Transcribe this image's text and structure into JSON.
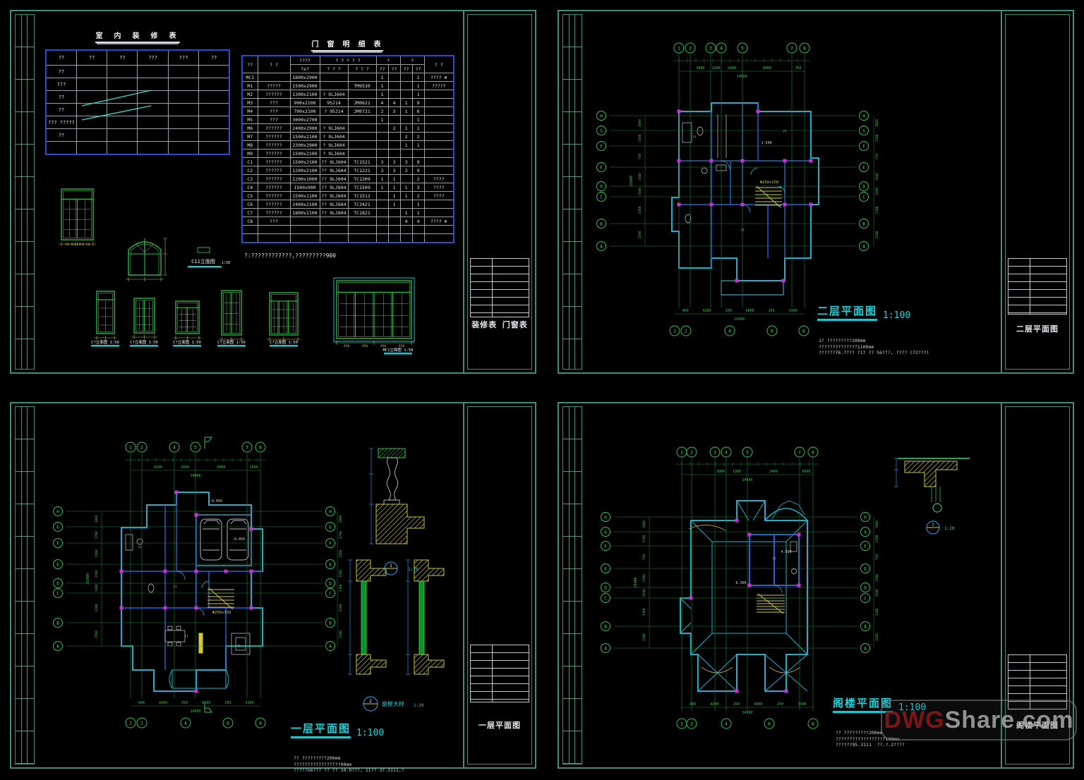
{
  "watermark": {
    "part1": "DWG",
    "part2": "Share.com"
  },
  "tl": {
    "titleblock": "装修表 门窗表",
    "table1": {
      "title": "室 内 装 修 表",
      "headers": [
        "??",
        "??",
        "??",
        "???",
        "???",
        "??"
      ],
      "row_labels": [
        "??",
        "???",
        "??",
        "??",
        "??? ?????",
        "??",
        ""
      ]
    },
    "table2": {
      "title": "门 窗 明 细 表",
      "head1": [
        "??",
        "?  ?",
        "????",
        "? ? ? ? ?",
        "?",
        "?",
        "?  ?"
      ],
      "head2": [
        "?x?",
        "? ? ?",
        "? ? ?",
        "??",
        "??",
        "??",
        "??"
      ],
      "rows": [
        [
          "MC1",
          "",
          "1800x2900",
          "",
          "",
          "1",
          "",
          "",
          "1",
          "???? ⊕"
        ],
        [
          "M1",
          "?????",
          "1500x2900",
          "",
          "TM9530",
          "1",
          "",
          "",
          "1",
          "?????"
        ],
        [
          "M2",
          "??????",
          "1300x2100",
          "? 9LJ604",
          "",
          "1",
          "",
          "",
          "1",
          ""
        ],
        [
          "M3",
          "???",
          "900x2100",
          "95J14",
          "JM0621",
          "4",
          "4",
          "1",
          "9",
          ""
        ],
        [
          "M4",
          "???",
          "700x2100",
          "? 95J14",
          "JM0721",
          "2",
          "3",
          "1",
          "6",
          ""
        ],
        [
          "M5",
          "???",
          "3000x2700",
          "",
          "",
          "1",
          "",
          "",
          "1",
          ""
        ],
        [
          "M6",
          "??????",
          "2400x2900",
          "? 9LJ604",
          "",
          "",
          "2",
          "1",
          "1",
          ""
        ],
        [
          "M7",
          "??????",
          "1500x2100",
          "? 9LJ604",
          "",
          "",
          "",
          "2",
          "2",
          ""
        ],
        [
          "M8",
          "??????",
          "2300x2900",
          "? 9LJ604",
          "",
          "",
          "",
          "1",
          "1",
          ""
        ],
        [
          "M9",
          "??????",
          "1500x2100",
          "? 9LJ604",
          "",
          "",
          "",
          "",
          "",
          ""
        ],
        [
          "C1",
          "??????",
          "1500x2100",
          "?? 9LJ604",
          "TC1521",
          "3",
          "3",
          "3",
          "9",
          ""
        ],
        [
          "C2",
          "??????",
          "1200x2100",
          "?? 9LJ604",
          "TC1221",
          "3",
          "3",
          "3",
          "9",
          ""
        ],
        [
          "C3",
          "??????",
          "1200x1000",
          "?? 9LJ604",
          "TC1209",
          "1",
          "1",
          "",
          "2",
          "????"
        ],
        [
          "C4",
          "??????",
          "1500x900",
          "?? 9LJ604",
          "TC1509",
          "1",
          "1",
          "1",
          "3",
          "????"
        ],
        [
          "C5",
          "??????",
          "1500x1100",
          "?? 9LJ604",
          "TC1512",
          "",
          "1",
          "1",
          "2",
          "????"
        ],
        [
          "C6",
          "??????",
          "2400x2100",
          "?? 9LJ604",
          "TC2421",
          "",
          "1",
          "",
          "1",
          ""
        ],
        [
          "C7",
          "??????",
          "1800x2100",
          "?? 9LJ604",
          "TC1821",
          "",
          "",
          "1",
          "1",
          ""
        ],
        [
          "C8",
          "???",
          "",
          "",
          "",
          "",
          "",
          "4",
          "4",
          "???? ⊕"
        ]
      ],
      "note": "?:????????????,?????????900"
    },
    "labels": {
      "c11": "C11立面图",
      "c11_scale": "1:50",
      "scale": "1:50",
      "elev_labels": [
        "C?立面图",
        "C?立面图",
        "C?立面图",
        "C?立面图",
        "C?立面图",
        "MC1立面图"
      ],
      "w1_dims": "50 850 850 50",
      "mc1_dims": [
        "450",
        "450",
        "450",
        "450"
      ]
    }
  },
  "tr": {
    "title": "二层平面图",
    "scale": "1:100",
    "titleblock": "二层平面图",
    "notes": [
      "1? ?????????200mm",
      "??????????????1100mm",
      "??????76.7??? ?1? ?? 56???, ???? (72???)"
    ],
    "grid_top": [
      "1",
      "2",
      "3",
      "4",
      "5",
      "7",
      "8"
    ],
    "grid_bottom": [
      "1",
      "2",
      "4",
      "6",
      "8"
    ],
    "grid_left": [
      "H",
      "G",
      "F",
      "E",
      "D",
      "C",
      "B",
      "A"
    ],
    "grid_right": [
      "H",
      "G",
      "F",
      "E",
      "D",
      "C",
      "B",
      "A"
    ],
    "dims_top": [
      "",
      "3000",
      "1200",
      "2400",
      "6000",
      "750"
    ],
    "dims_bottom": [
      "400",
      "4200",
      "250",
      "6000",
      "250",
      "3300"
    ],
    "dims_left": [
      "1800",
      "1700",
      "750",
      "2500",
      "1500",
      "1300",
      "2200"
    ],
    "total_top": "14500",
    "total_bottom": "14900",
    "total_left": "15400",
    "stair_note": "Φ250x150",
    "levels": [
      "1.540"
    ],
    "rooms": [
      "??",
      "??",
      "??"
    ]
  },
  "bl": {
    "title": "一层平面图",
    "scale": "1:100",
    "titleblock": "一层平面图",
    "notes": [
      "?? ?????????200mm",
      "?????????????????00mm",
      "?????56??? ?? ?? 34.9???, 11?? 37.3111,?"
    ],
    "grid_top": [
      "1",
      "2",
      "4",
      "5",
      "7",
      "8"
    ],
    "grid_bottom": [
      "1",
      "2",
      "4",
      "6",
      "8"
    ],
    "grid_left": [
      "H",
      "G",
      "F",
      "E",
      "D",
      "C",
      "B",
      "A"
    ],
    "grid_right": [
      "H",
      "G",
      "F",
      "E",
      "D",
      "C",
      "B",
      "A"
    ],
    "dims_top": [
      "",
      "4200",
      "2400",
      "6000",
      "1500"
    ],
    "dims_bottom": [
      "400",
      "4200",
      "250",
      "6000",
      "250",
      "3300"
    ],
    "dims_left": [
      "1800",
      "1700",
      "2500",
      "1500",
      "1300",
      "2200",
      "2500"
    ],
    "total_top": "14900",
    "total_bottom": "14900",
    "total_left": "15400",
    "stair_note": "Φ250x150",
    "levels": [
      "-0.050",
      "-0.450"
    ],
    "rooms": [
      "??",
      "??",
      "??",
      "??"
    ],
    "section_flag": "1",
    "details": {
      "d1_num": "1",
      "d1_scale": "1:20",
      "d2_num": "2",
      "d2_label": "窗框大样",
      "d2_scale": "1:20"
    }
  },
  "br": {
    "title": "阁楼平面图",
    "scale": "1:100",
    "titleblock": "阁楼平面图",
    "notes": [
      "?? ?????????200mm",
      "??????????????????100mm",
      "??????95.3111  ??.?.2????"
    ],
    "grid_top": [
      "1",
      "2",
      "3",
      "4",
      "5",
      "7",
      "8"
    ],
    "grid_bottom": [
      "1",
      "2",
      "4",
      "6",
      "8"
    ],
    "grid_left": [
      "H",
      "G",
      "F",
      "E",
      "D",
      "C",
      "B",
      "A"
    ],
    "grid_right": [
      "H",
      "G",
      "F",
      "E",
      "D",
      "C",
      "B",
      "A"
    ],
    "dims_top": [
      "",
      "",
      "3000",
      "1200",
      "2400",
      "6000",
      "750"
    ],
    "dims_bottom": [
      "400",
      "4200",
      "250",
      "6000",
      "250",
      "3300"
    ],
    "dims_left": [
      "1800",
      "1700",
      "750",
      "2500",
      "1500",
      "1300",
      "2200"
    ],
    "total_top": "14500",
    "total_bottom": "14900",
    "total_left": "15400",
    "levels": [
      "4.500",
      "6.300"
    ],
    "rooms": [
      "??"
    ],
    "details": {
      "d3_num": "3",
      "d3_scale": "1:20"
    }
  },
  "colors": {
    "frame": "#3d8f7c",
    "table_border": "#2b4bd0",
    "grid_green": "#2fbf4f",
    "wall_cyan": "#17b2ce",
    "wall_blue": "#1f64d8",
    "node_magenta": "#cb2fd6",
    "dim_yellow": "#c9c03a",
    "title_cyan": "#1bd3da"
  }
}
